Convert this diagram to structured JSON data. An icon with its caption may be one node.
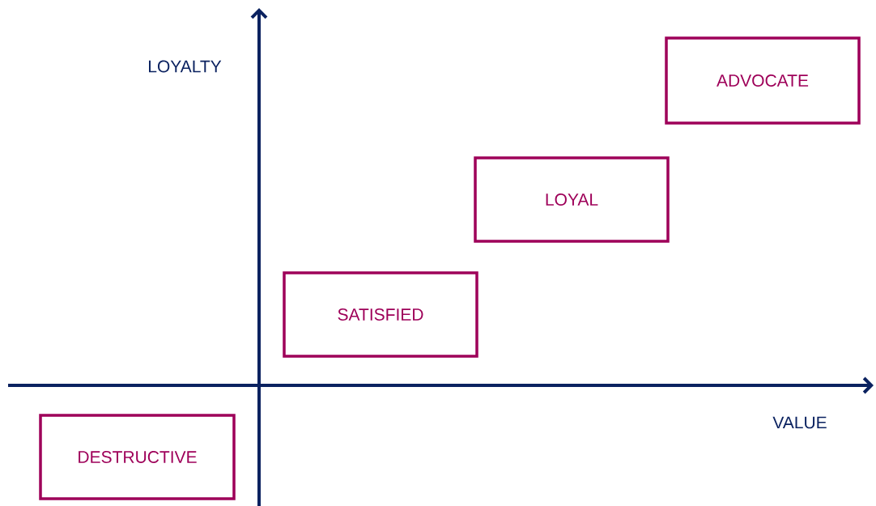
{
  "diagram": {
    "nodes": [
      {
        "text": [
          "ADVOCATE"
        ]
      },
      {
        "text": [
          "LOYAL"
        ]
      },
      {
        "text": [
          "SATISFIED"
        ]
      },
      {
        "text": [
          "DESTRUCTIVE"
        ]
      }
    ],
    "labels": [
      "LOYALTY",
      "VALUE"
    ]
  }
}
